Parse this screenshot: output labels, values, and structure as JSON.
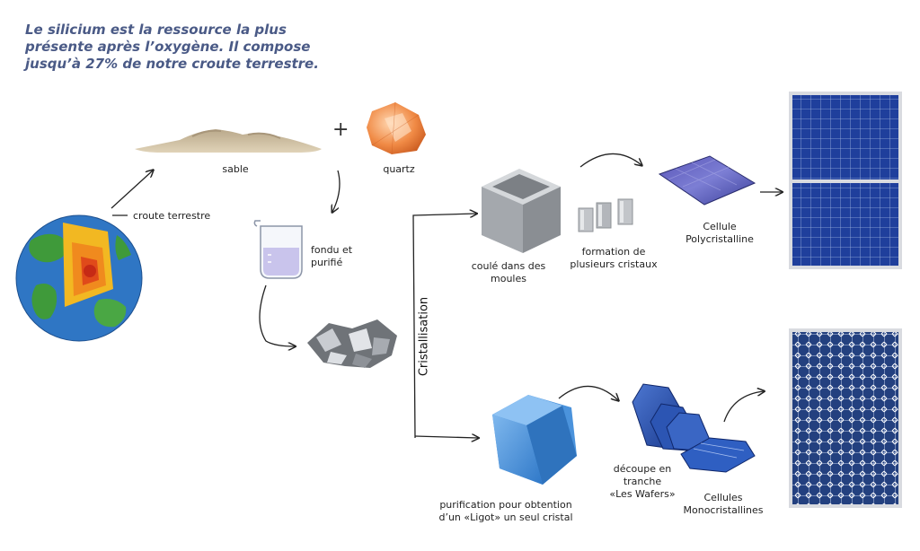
{
  "intro": {
    "line1": "Le silicium est la ressource la plus",
    "line2": "présente après l’oxygène. Il compose",
    "line3": "jusqu’à 27% de notre croute terrestre."
  },
  "labels": {
    "croute": "croute terrestre",
    "sable": "sable",
    "plus": "+",
    "quartz": "quartz",
    "fondu_1": "fondu et",
    "fondu_2": "purifié",
    "cristallisation": "Cristallisation",
    "coule_1": "coulé dans des",
    "coule_2": "moules",
    "formation_1": "formation de",
    "formation_2": "plusieurs cristaux",
    "poly_1": "Cellule",
    "poly_2": "Polycristalline",
    "purif_1": "purification pour obtention",
    "purif_2": "d’un «Ligot» un seul cristal",
    "decoupe_1": "découpe en",
    "decoupe_2": "tranche",
    "decoupe_3": "«Les Wafers»",
    "mono_1": "Cellules",
    "mono_2": "Monocristallines"
  },
  "colors": {
    "intro_text": "#4a5a86",
    "poly_panel": "#1f3f9c",
    "mono_panel": "#23407f",
    "ingot": "#3e8fd8",
    "cube": "#9aa0a6",
    "earth_ocean": "#2f76c4",
    "earth_land": "#3f9a3a",
    "core": "#f2b822"
  },
  "icons": [
    "earth-cutaway-icon",
    "sand-pile-icon",
    "quartz-crystal-icon",
    "beaker-icon",
    "silicon-chunks-icon",
    "mold-cube-icon",
    "crystal-bars-icon",
    "poly-cell-icon",
    "poly-panel-icon",
    "ingot-icon",
    "wafer-stack-icon",
    "mono-cell-icon",
    "mono-panel-icon"
  ]
}
